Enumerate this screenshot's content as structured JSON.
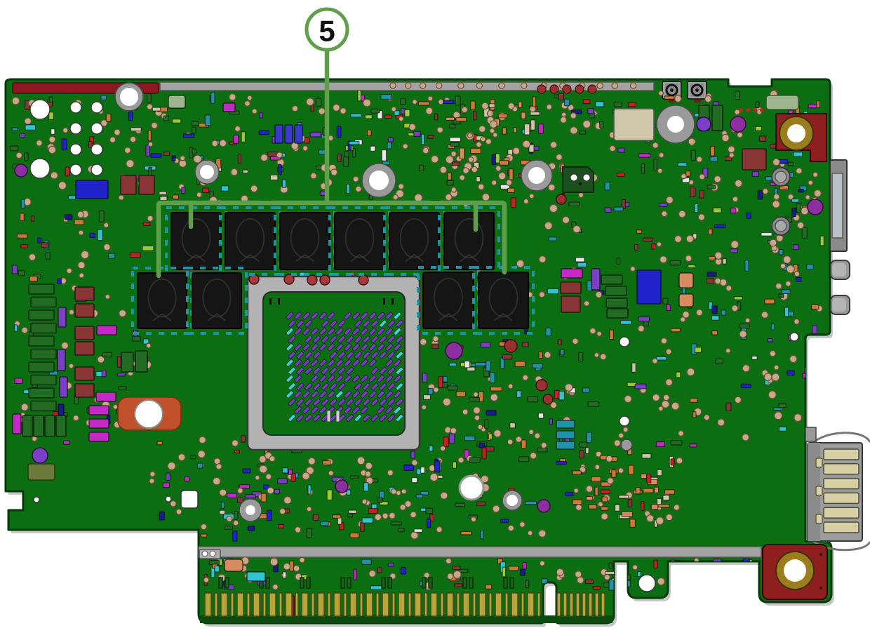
{
  "callout": {
    "number": "5",
    "meaning": "vrm-inductor-bank"
  },
  "colors": {
    "board_green": "#0b6e11",
    "board_edge": "#05380a",
    "board_shadow": "rgba(0,0,0,0.22)",
    "callout_green": "#5f9f4a",
    "bar_red": "#8c1822",
    "strip_gray": "#a3a3a3",
    "hole_ring_gray": "#9a9a9a",
    "hole_white": "#ffffff",
    "socket_gray": "#b2b2b2",
    "choke_black": "#151515",
    "choke_dash_teal": "#1f93a8",
    "pin_purple": "#7b3cc4",
    "pin_cyan": "#3fd4d4",
    "gold_finger": "#b7a53a",
    "gold_finger_edge": "#4a431a",
    "mount_red": "#8f1f1f",
    "mount_gold": "#9a7d1d",
    "mount_orange": "#c0512a",
    "connector_gray": "#9c9c9c",
    "connector_khaki": "#d6cfa4",
    "pad_beige": "#c8a88a",
    "comp_dark_green": "#226b22",
    "comp_maroon": "#8a3535",
    "comp_magenta": "#c32ac3",
    "comp_blue": "#2222cc",
    "comp_orange": "#cd7a35",
    "comp_salmon": "#d88a60",
    "comp_red": "#c32222",
    "comp_teal": "#1f93a8",
    "comp_cyan": "#2fc3d4",
    "comp_olive": "#6b7a3a",
    "comp_sage": "#9eb58e",
    "comp_khaki": "#cfc7a8",
    "comp_purple": "#7a3fc4"
  },
  "components": {
    "vrm_chokes_top_row": 6,
    "vrm_chokes_left_pair": 2,
    "vrm_chokes_right_pair": 2,
    "power_connector_pin_rows": 6,
    "finger_segment1_periods": 21,
    "finger_segment2_bars": 8,
    "pin_grid_rows": 14,
    "pin_grid_cols": 14,
    "scatter_seed": 1337
  }
}
